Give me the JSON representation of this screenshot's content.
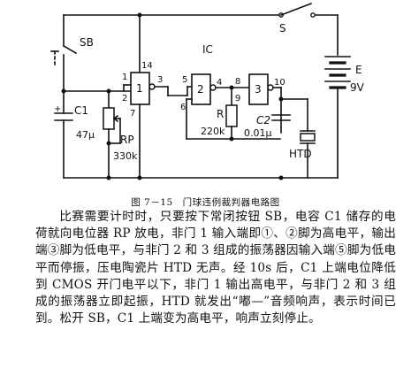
{
  "diagram": {
    "ic_label": "IC",
    "switch_s": "S",
    "switch_sb": "SB",
    "battery": {
      "name": "E",
      "voltage": "9V"
    },
    "c1": {
      "name": "C1",
      "value": "47μ"
    },
    "rp": {
      "name": "RP",
      "value": "330k"
    },
    "r": {
      "name": "R",
      "value": "220k"
    },
    "c2": {
      "name": "C2",
      "value": "0.01μ"
    },
    "htd": "HTD",
    "gate_numbers": [
      "1",
      "2",
      "3"
    ],
    "pins": [
      "14",
      "1",
      "2",
      "7",
      "3",
      "5",
      "6",
      "4",
      "8",
      "9",
      "10"
    ]
  },
  "caption": "图 7－15　门球违例裁判器电路图",
  "paragraph": "比赛需要计时时，只要按下常闭按钮 SB，电容 C1 储存的电荷就向电位器 RP 放电，非门 1 输入端即①、②脚为高电平，输出端③脚为低电平，与非门 2 和 3 组成的振荡器因输入端⑤脚为低电平而停振，压电陶瓷片 HTD 无声。经 10s 后，C1 上端电位降低到 CMOS 开门电平以下，非门 1 输出高电平，与非门 2 和 3 组成的振荡器立即起振，HTD 就发出“嘟—”音频响声，表示时间已到。松开 SB，C1 上端变为高电平，响声立刻停止。"
}
